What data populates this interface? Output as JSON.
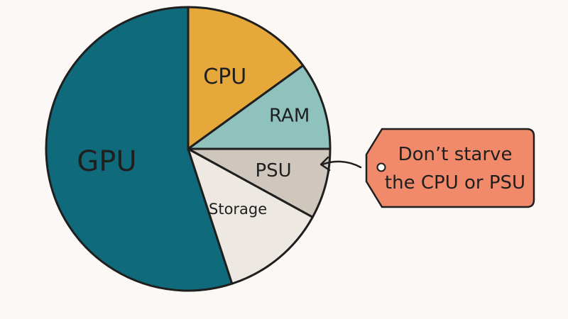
{
  "chart_data": {
    "type": "pie",
    "slices": [
      {
        "label": "GPU",
        "value": 55,
        "color": "#0f6a7b"
      },
      {
        "label": "CPU",
        "value": 15,
        "color": "#e6a83a"
      },
      {
        "label": "RAM",
        "value": 10,
        "color": "#8fc1bd"
      },
      {
        "label": "PSU",
        "value": 8,
        "color": "#cfc7bd"
      },
      {
        "label": "Storage",
        "value": 12,
        "color": "#ede8e2"
      }
    ]
  },
  "callout": {
    "line1": "Don’t starve",
    "line2": "the CPU or PSU",
    "color": "#f08a6a"
  }
}
